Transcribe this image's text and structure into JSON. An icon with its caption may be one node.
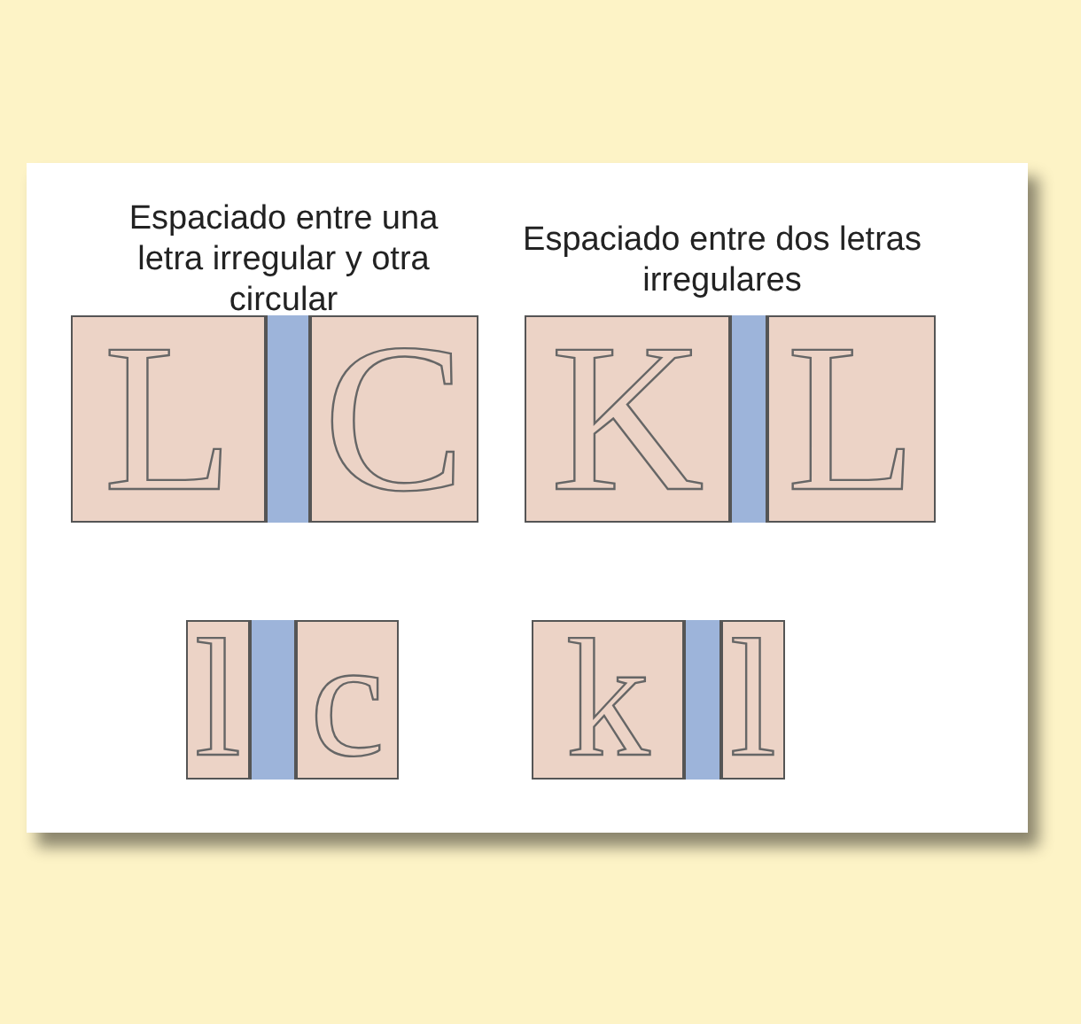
{
  "diagram": {
    "labels": [
      "Espaciado entre una letra irregular y otra circular",
      "Espaciado entre dos letras irregulares",
      "L",
      "C",
      "K",
      "L",
      "l",
      "c",
      "k",
      "l"
    ]
  }
}
